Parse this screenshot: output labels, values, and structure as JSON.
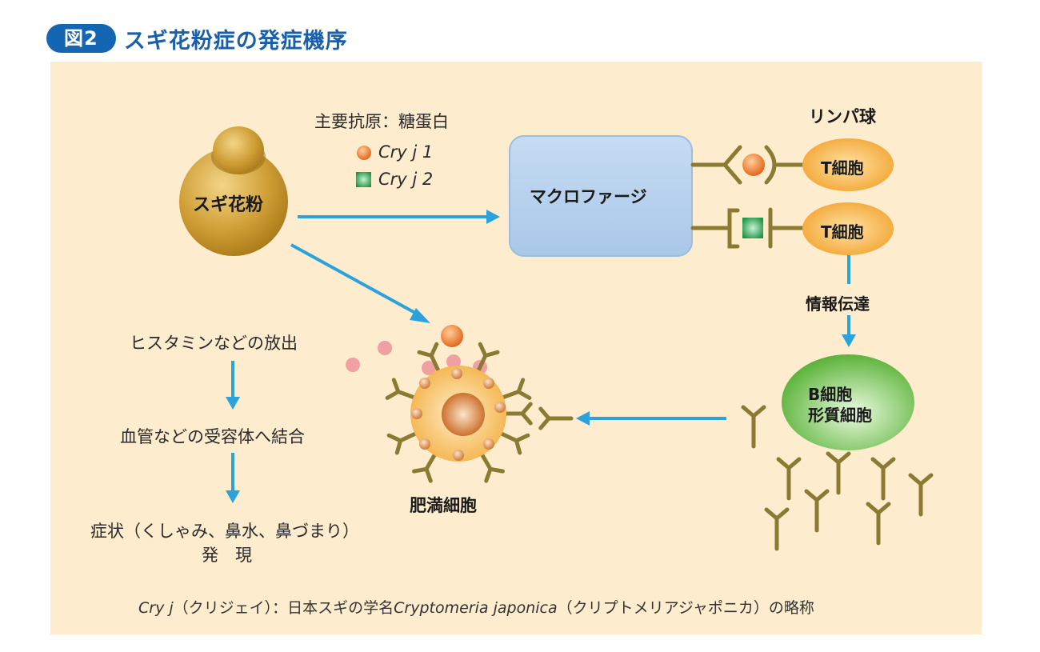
{
  "figure": {
    "badge": "図2",
    "title": "スギ花粉症の発症機序"
  },
  "colors": {
    "title_blue": "#1466b3",
    "panel_bg": "#fdeccd",
    "arrow_blue": "#2aa3dc",
    "antibody_olive": "#8a7a32",
    "pollen_gold": "#c9962a",
    "macrophage_blue": "#b9d3ee",
    "t_cell_orange": "#f5b13e",
    "b_cell_green": "#6cc04a",
    "cryj1_orange": "#ee7a30",
    "cryj2_green": "#1f9a4a",
    "histamine_pink": "#f09a9a"
  },
  "antigen": {
    "heading": "主要抗原：糖蛋白",
    "items": [
      {
        "label": "Cry j 1",
        "marker": "orange-circle"
      },
      {
        "label": "Cry j 2",
        "marker": "green-square"
      }
    ]
  },
  "nodes": {
    "pollen": "スギ花粉",
    "macrophage": "マクロファージ",
    "lymphocyte_heading": "リンパ球",
    "t_cell_1": "T細胞",
    "t_cell_2": "T細胞",
    "signal": "情報伝達",
    "b_cell_line1": "B細胞",
    "b_cell_line2": "形質細胞",
    "mast_cell": "肥満細胞"
  },
  "flow": {
    "step1": "ヒスタミンなどの放出",
    "step2": "血管などの受容体へ結合",
    "step3_line1": "症状（くしゃみ、鼻水、鼻づまり）",
    "step3_line2": "発　現"
  },
  "footnote": {
    "prefix_italic": "Cry j",
    "part1": "（クリジェイ）：日本スギの学名",
    "sci_name_italic": "Cryptomeria japonica",
    "part2": "（クリプトメリアジャポニカ）の略称"
  }
}
